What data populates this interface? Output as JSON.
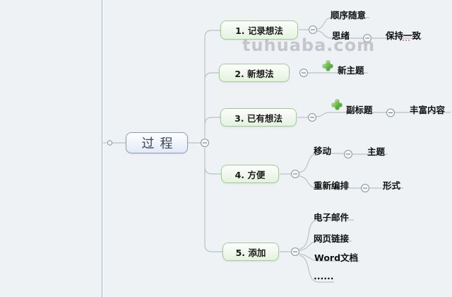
{
  "watermark": {
    "text": "tuhuaba.com"
  },
  "root": {
    "label": "过程"
  },
  "branches": [
    {
      "label": "1. 记录想法",
      "children": [
        {
          "label": "顺序随意"
        },
        {
          "label": "思绪",
          "children": [
            {
              "label": "保持一致",
              "spellcheck_marked": true
            }
          ]
        }
      ]
    },
    {
      "label": "2. 新想法",
      "children": [
        {
          "label": "新主题",
          "marker": "plus-icon"
        }
      ]
    },
    {
      "label": "3. 已有想法",
      "children": [
        {
          "label": "副标题",
          "marker": "plus-icon",
          "children": [
            {
              "label": "丰富内容"
            }
          ]
        }
      ]
    },
    {
      "label": "4. 方便",
      "children": [
        {
          "label": "移动",
          "children": [
            {
              "label": "主题"
            }
          ]
        },
        {
          "label": "重新编排",
          "children": [
            {
              "label": "形式"
            }
          ]
        }
      ]
    },
    {
      "label": "5. 添加",
      "children": [
        {
          "label": "电子邮件"
        },
        {
          "label": "网页链接"
        },
        {
          "label": "Word文档"
        },
        {
          "label": "......"
        }
      ]
    }
  ],
  "icons": {
    "collapse_toggle": "minus-in-circle",
    "marker": "green-plus"
  },
  "colors": {
    "background": "#eef2f5",
    "root_border": "#8d9bc2",
    "root_fill": "#e3e9f6",
    "branch_border": "#a2cc95",
    "branch_fill": "#e5f2df",
    "connector_line": "#b9c1c7",
    "plus_green": "#5db63c",
    "spellcheck_red": "#d9534f",
    "watermark_gray": "#bebdc4",
    "divider": "#a7b2bc"
  }
}
